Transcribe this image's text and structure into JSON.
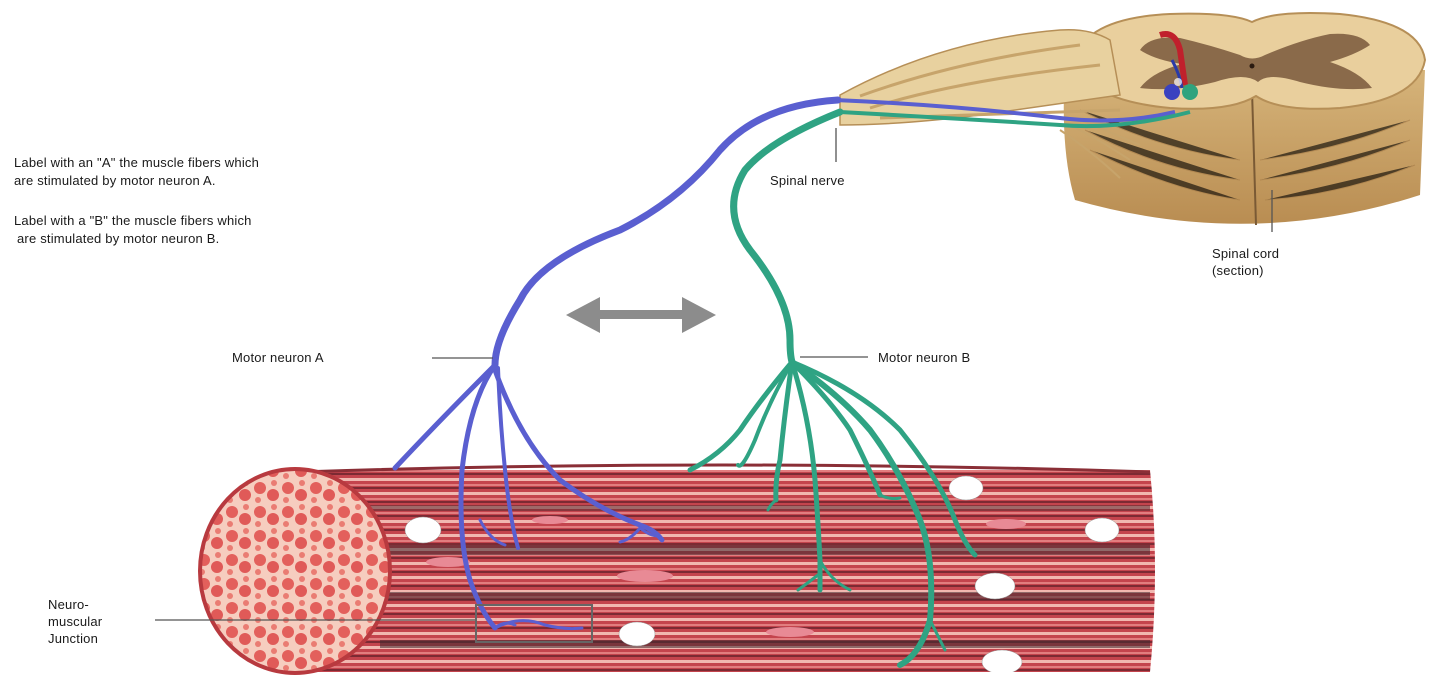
{
  "instructions": {
    "a_line1": "Label with an \"A\" the muscle fibers which",
    "a_line2": "are stimulated by motor neuron A.",
    "b_line1": "Label with a \"B\" the muscle fibers which",
    "b_line2": "are stimulated by motor neuron B."
  },
  "labels": {
    "spinal_nerve": "Spinal nerve",
    "spinal_cord_line1": "Spinal cord",
    "spinal_cord_line2": "(section)",
    "motor_neuron_a": "Motor neuron A",
    "motor_neuron_b": "Motor neuron B",
    "nmj_line1": "Neuro-",
    "nmj_line2": "muscular",
    "nmj_line3": "Junction"
  },
  "colors": {
    "neuron_a": "#5a5fd0",
    "neuron_b": "#2fa383",
    "muscle": "#c8414a",
    "muscle_stripe_light": "#f2b9b4",
    "spinal_cord": "#e2c48d",
    "gray_matter": "#8a6a4a",
    "nerve_sheath": "#e8d19f",
    "arrow": "#8c8c8c"
  }
}
